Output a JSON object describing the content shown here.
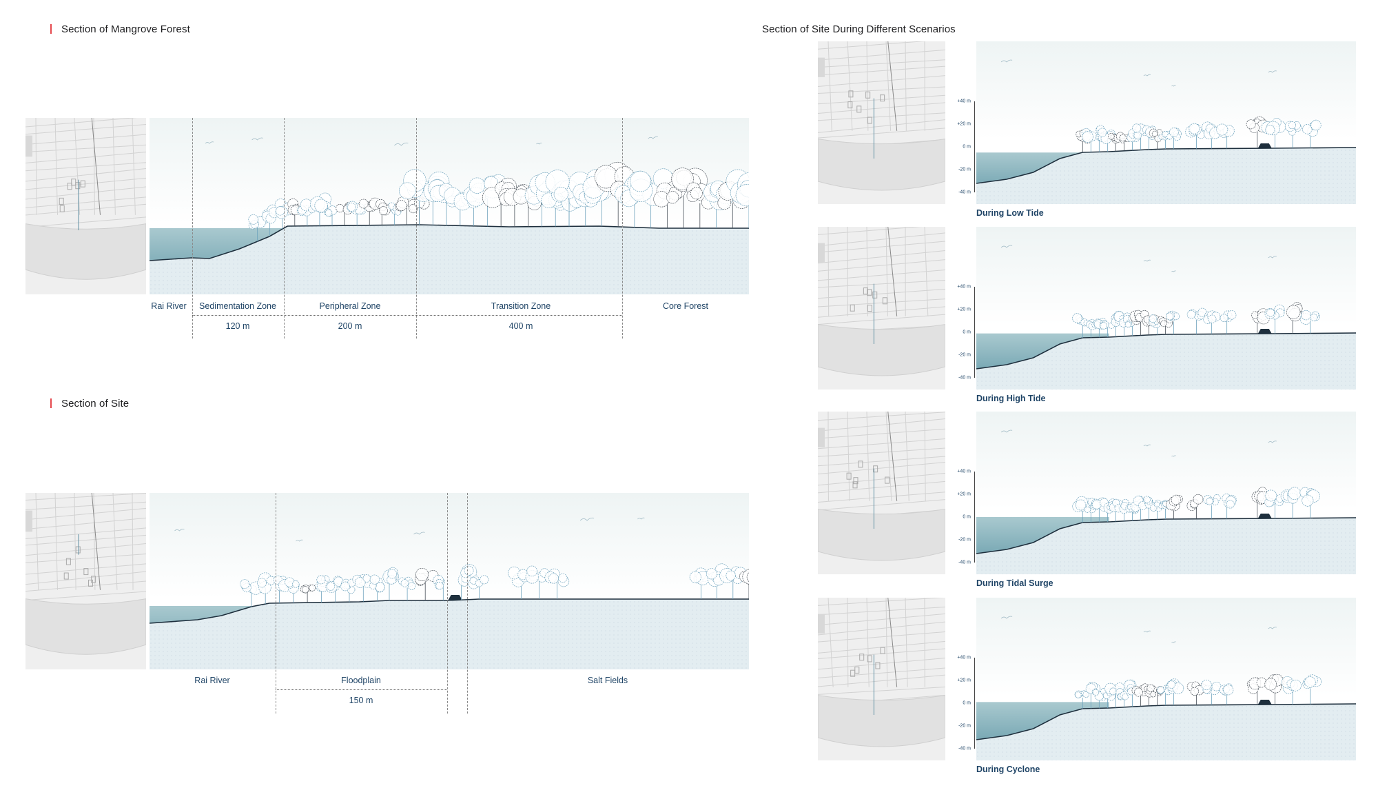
{
  "colors": {
    "accent": "#e5484d",
    "label": "#1f4466",
    "water": "#5f97a6",
    "soil": "#e3edf1",
    "ground_line": "#1e2f3d",
    "sky": "#eef4f4",
    "map_bg": "#efefef"
  },
  "mangrove": {
    "title": "Section of Mangrove Forest",
    "zones": [
      "Rai River",
      "Sedimentation Zone",
      "Peripheral Zone",
      "Transition Zone",
      "Core Forest"
    ],
    "dims": [
      "120 m",
      "200 m",
      "400 m"
    ]
  },
  "site": {
    "title": "Section of Site",
    "zones": [
      "Rai River",
      "Floodplain",
      "Salt Fields"
    ],
    "dims": [
      "150 m"
    ]
  },
  "scenarios": {
    "title": "Section of Site During Different Scenarios",
    "axis_ticks": [
      "+40 m",
      "+20 m",
      "0 m",
      "-20 m",
      "-40 m"
    ],
    "panels": [
      {
        "caption": "During Low Tide",
        "water_level_m": -5
      },
      {
        "caption": "During High Tide",
        "water_level_m": -1
      },
      {
        "caption": "During Tidal Surge",
        "water_level_m": 0
      },
      {
        "caption": "During Cyclone",
        "water_level_m": 1
      }
    ]
  }
}
